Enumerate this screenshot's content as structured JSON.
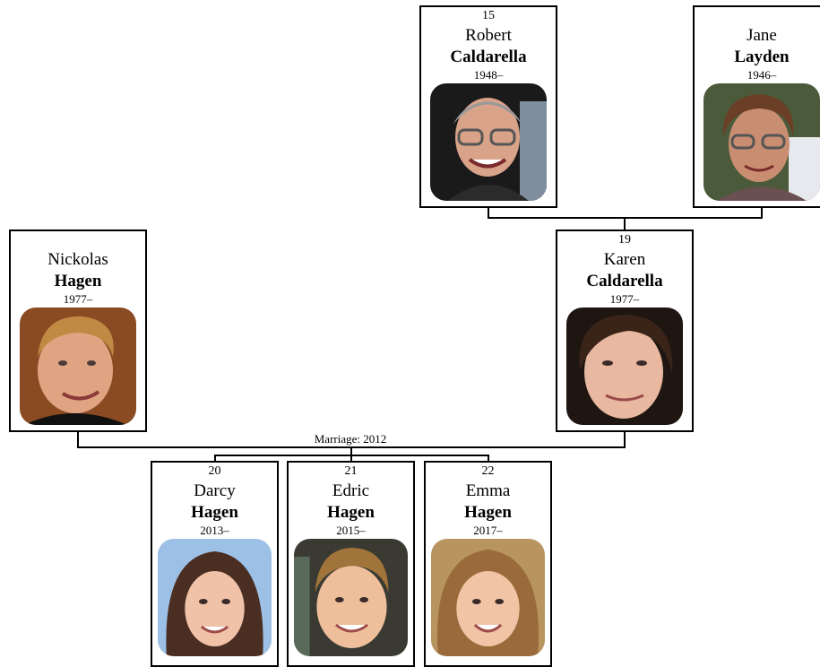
{
  "people": {
    "robert": {
      "number": "15",
      "first": "Robert",
      "last": "Caldarella",
      "years": "1948–"
    },
    "jane": {
      "number": "",
      "first": "Jane",
      "last": "Layden",
      "years": "1946–"
    },
    "nickolas": {
      "number": "",
      "first": "Nickolas",
      "last": "Hagen",
      "years": "1977–"
    },
    "karen": {
      "number": "19",
      "first": "Karen",
      "last": "Caldarella",
      "years": "1977–"
    },
    "darcy": {
      "number": "20",
      "first": "Darcy",
      "last": "Hagen",
      "years": "2013–"
    },
    "edric": {
      "number": "21",
      "first": "Edric",
      "last": "Hagen",
      "years": "2015–"
    },
    "emma": {
      "number": "22",
      "first": "Emma",
      "last": "Hagen",
      "years": "2017–"
    }
  },
  "marriage_label": "Marriage: 2012"
}
